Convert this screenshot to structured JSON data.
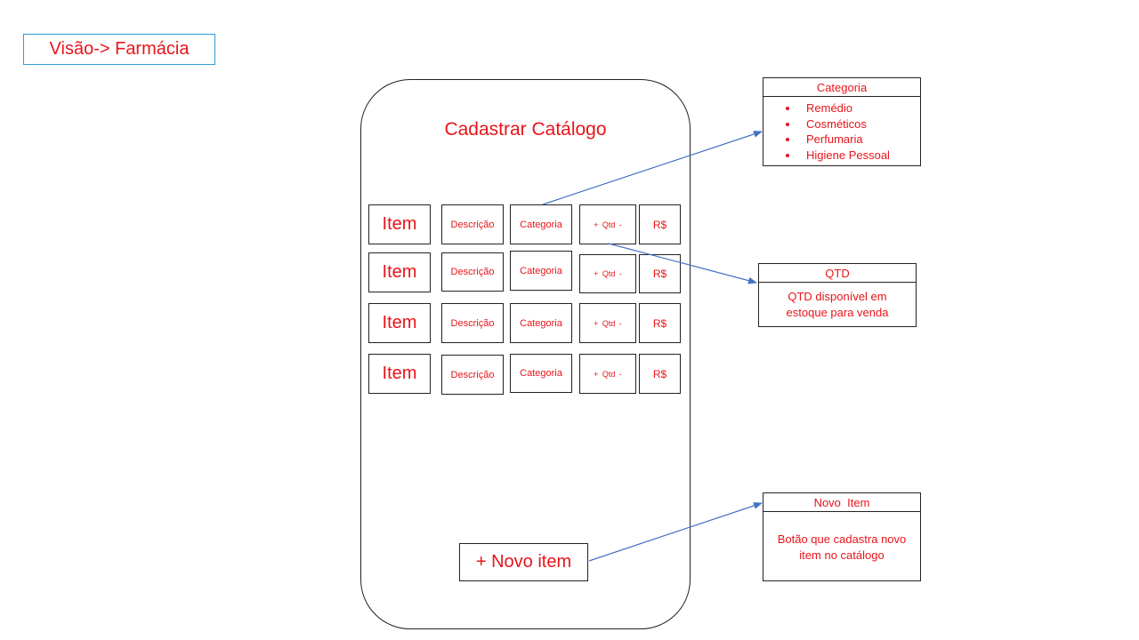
{
  "title": "Visão-> Farmácia",
  "phone": {
    "title": "Cadastrar Catálogo",
    "rows": [
      {
        "item": "Item",
        "descricao": "Descrição",
        "categoria": "Categoria",
        "qtd": "+ Qtd -",
        "preco": "R$"
      },
      {
        "item": "Item",
        "descricao": "Descrição",
        "categoria": "Categoria",
        "qtd": "+ Qtd -",
        "preco": "R$"
      },
      {
        "item": "Item",
        "descricao": "Descrição",
        "categoria": "Categoria",
        "qtd": "+ Qtd -",
        "preco": "R$"
      },
      {
        "item": "Item",
        "descricao": "Descrição",
        "categoria": "Categoria",
        "qtd": "+ Qtd -",
        "preco": "R$"
      }
    ],
    "new_item_label": "+ Novo item"
  },
  "notes": {
    "categoria": {
      "header": "Categoria",
      "items": [
        "Remédio",
        "Cosméticos",
        "Perfumaria",
        "Higiene Pessoal"
      ]
    },
    "qtd": {
      "header": "QTD",
      "body": "QTD disponível em estoque para venda"
    },
    "novo_item": {
      "header": "Novo  Item",
      "body": "Botão que cadastra novo item no catálogo"
    }
  },
  "colors": {
    "text": "#e8141a",
    "title_border": "#2e9bd6",
    "arrow": "#4472c4",
    "outline": "#222222"
  }
}
